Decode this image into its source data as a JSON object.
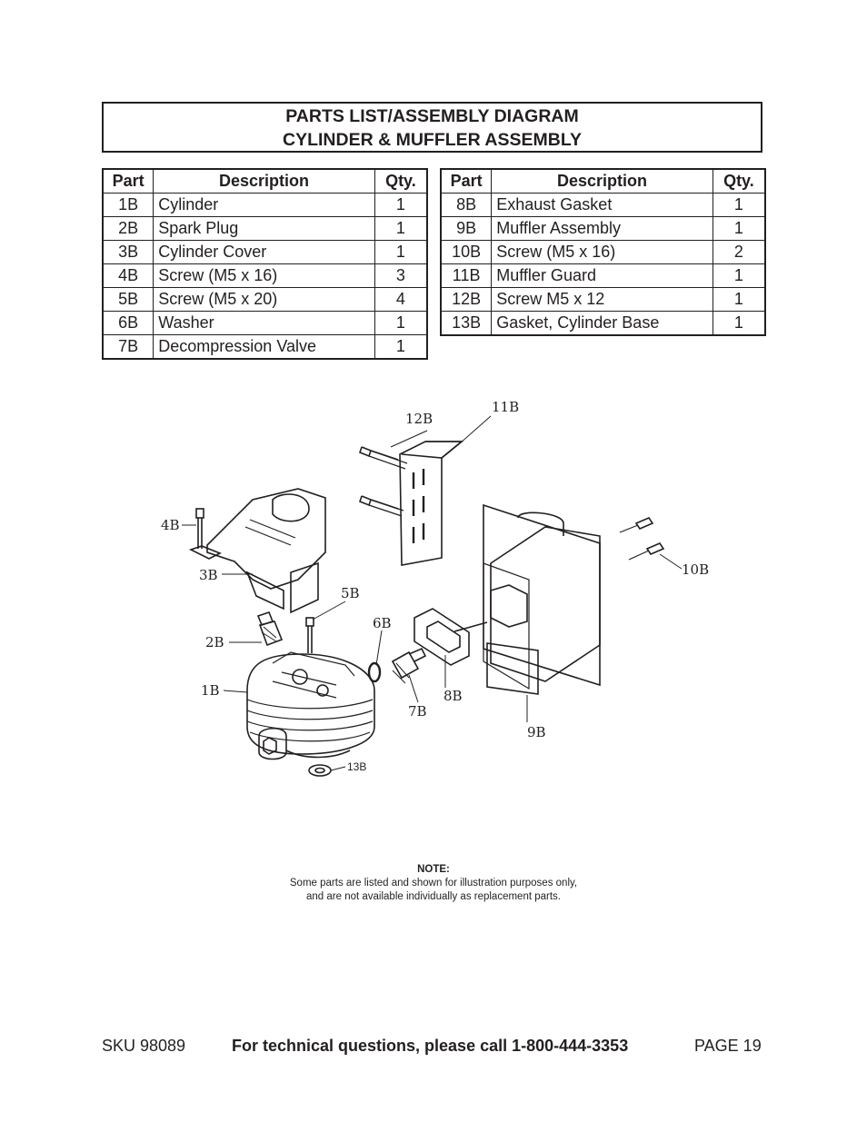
{
  "header": {
    "title_line1": "PARTS LIST/ASSEMBLY DIAGRAM",
    "title_line2": "CYLINDER & MUFFLER ASSEMBLY"
  },
  "table_headers": {
    "part": "Part",
    "description": "Description",
    "qty": "Qty."
  },
  "parts_left": [
    {
      "part": "1B",
      "description": "Cylinder",
      "qty": "1"
    },
    {
      "part": "2B",
      "description": "Spark Plug",
      "qty": "1"
    },
    {
      "part": "3B",
      "description": "Cylinder Cover",
      "qty": "1"
    },
    {
      "part": "4B",
      "description": "Screw (M5 x 16)",
      "qty": "3"
    },
    {
      "part": "5B",
      "description": "Screw (M5 x 20)",
      "qty": "4"
    },
    {
      "part": "6B",
      "description": "Washer",
      "qty": "1"
    },
    {
      "part": "7B",
      "description": "Decompression Valve",
      "qty": "1"
    }
  ],
  "parts_right": [
    {
      "part": "8B",
      "description": "Exhaust Gasket",
      "qty": "1"
    },
    {
      "part": "9B",
      "description": "Muffler Assembly",
      "qty": "1"
    },
    {
      "part": "10B",
      "description": "Screw (M5 x 16)",
      "qty": "2"
    },
    {
      "part": "11B",
      "description": "Muffler Guard",
      "qty": "1"
    },
    {
      "part": "12B",
      "description": "Screw M5 x 12",
      "qty": "1"
    },
    {
      "part": "13B",
      "description": "Gasket, Cylinder Base",
      "qty": "1"
    }
  ],
  "diagram_labels": {
    "l1B": "1B",
    "l2B": "2B",
    "l3B": "3B",
    "l4B": "4B",
    "l5B": "5B",
    "l6B": "6B",
    "l7B": "7B",
    "l8B": "8B",
    "l9B": "9B",
    "l10B": "10B",
    "l11B": "11B",
    "l12B": "12B",
    "l13B": "13B"
  },
  "note": {
    "heading": "NOTE:",
    "line1": "Some parts are listed and shown for illustration purposes only,",
    "line2": "and are not available individually as replacement parts."
  },
  "footer": {
    "sku": "SKU 98089",
    "tech": "For technical questions, please call 1-800-444-3353",
    "page": "PAGE 19"
  }
}
